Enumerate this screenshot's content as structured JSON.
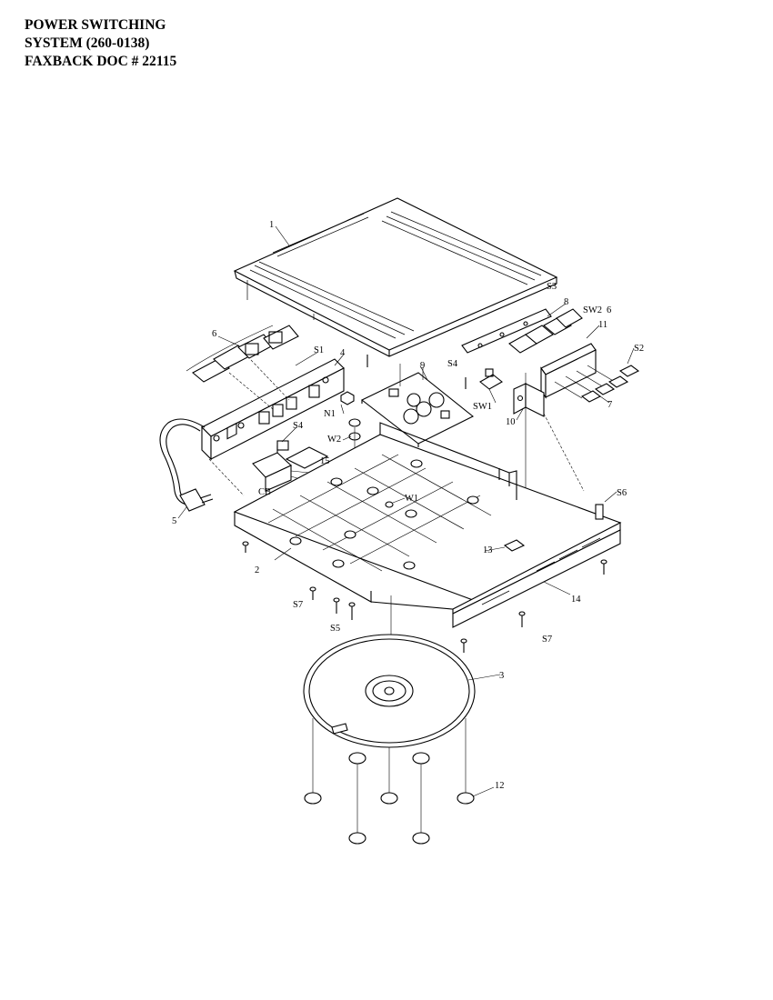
{
  "header": {
    "line1": "POWER SWITCHING",
    "line2": "SYSTEM  (260-0138)",
    "line3": "FAXBACK DOC # 22115"
  },
  "callouts": {
    "c1": "1",
    "c2": "2",
    "c3": "3",
    "c4": "4",
    "c5": "5",
    "c6a": "6",
    "c6b": "6",
    "c7": "7",
    "c8": "8",
    "c9": "9",
    "c10": "10",
    "c11": "11",
    "c12": "12",
    "c13": "13",
    "c14": "14",
    "c15": "15",
    "s1": "S1",
    "s2": "S2",
    "s3": "S3",
    "s4a": "S4",
    "s4b": "S4",
    "s5": "S5",
    "s6": "S6",
    "s7a": "S7",
    "s7b": "S7",
    "sw1": "SW1",
    "sw2": "SW2",
    "n1": "N1",
    "w1": "W1",
    "w2": "W2",
    "cb": "CB"
  }
}
